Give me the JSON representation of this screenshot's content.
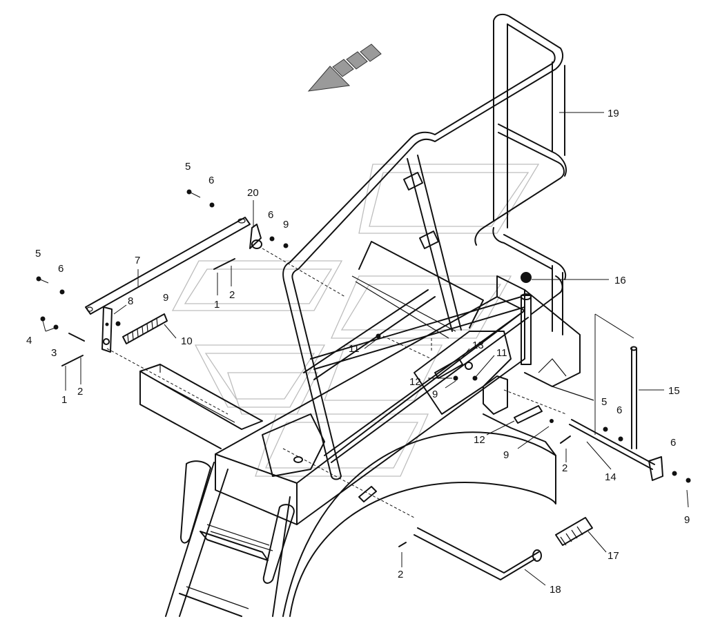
{
  "callouts": [
    {
      "id": "c1a",
      "text": "1"
    },
    {
      "id": "c1b",
      "text": "1"
    },
    {
      "id": "c2a",
      "text": "2"
    },
    {
      "id": "c2b",
      "text": "2"
    },
    {
      "id": "c2c",
      "text": "2"
    },
    {
      "id": "c2d",
      "text": "2"
    },
    {
      "id": "c3",
      "text": "3"
    },
    {
      "id": "c4",
      "text": "4"
    },
    {
      "id": "c5a",
      "text": "5"
    },
    {
      "id": "c5b",
      "text": "5"
    },
    {
      "id": "c5c",
      "text": "5"
    },
    {
      "id": "c6a",
      "text": "6"
    },
    {
      "id": "c6b",
      "text": "6"
    },
    {
      "id": "c6c",
      "text": "6"
    },
    {
      "id": "c6d",
      "text": "6"
    },
    {
      "id": "c6e",
      "text": "6"
    },
    {
      "id": "c7",
      "text": "7"
    },
    {
      "id": "c8",
      "text": "8"
    },
    {
      "id": "c9a",
      "text": "9"
    },
    {
      "id": "c9b",
      "text": "9"
    },
    {
      "id": "c9c",
      "text": "9"
    },
    {
      "id": "c9d",
      "text": "9"
    },
    {
      "id": "c9e",
      "text": "9"
    },
    {
      "id": "c10",
      "text": "10"
    },
    {
      "id": "c11a",
      "text": "11"
    },
    {
      "id": "c11b",
      "text": "11"
    },
    {
      "id": "c12a",
      "text": "12"
    },
    {
      "id": "c12b",
      "text": "12"
    },
    {
      "id": "c13",
      "text": "13"
    },
    {
      "id": "c14",
      "text": "14"
    },
    {
      "id": "c15",
      "text": "15"
    },
    {
      "id": "c16",
      "text": "16"
    },
    {
      "id": "c17",
      "text": "17"
    },
    {
      "id": "c18",
      "text": "18"
    },
    {
      "id": "c19",
      "text": "19"
    },
    {
      "id": "c20",
      "text": "20"
    }
  ],
  "colors": {
    "line": "#111111",
    "watermark": "#bdbdbd",
    "arrow": "#9a9a9a",
    "background": "#ffffff"
  }
}
